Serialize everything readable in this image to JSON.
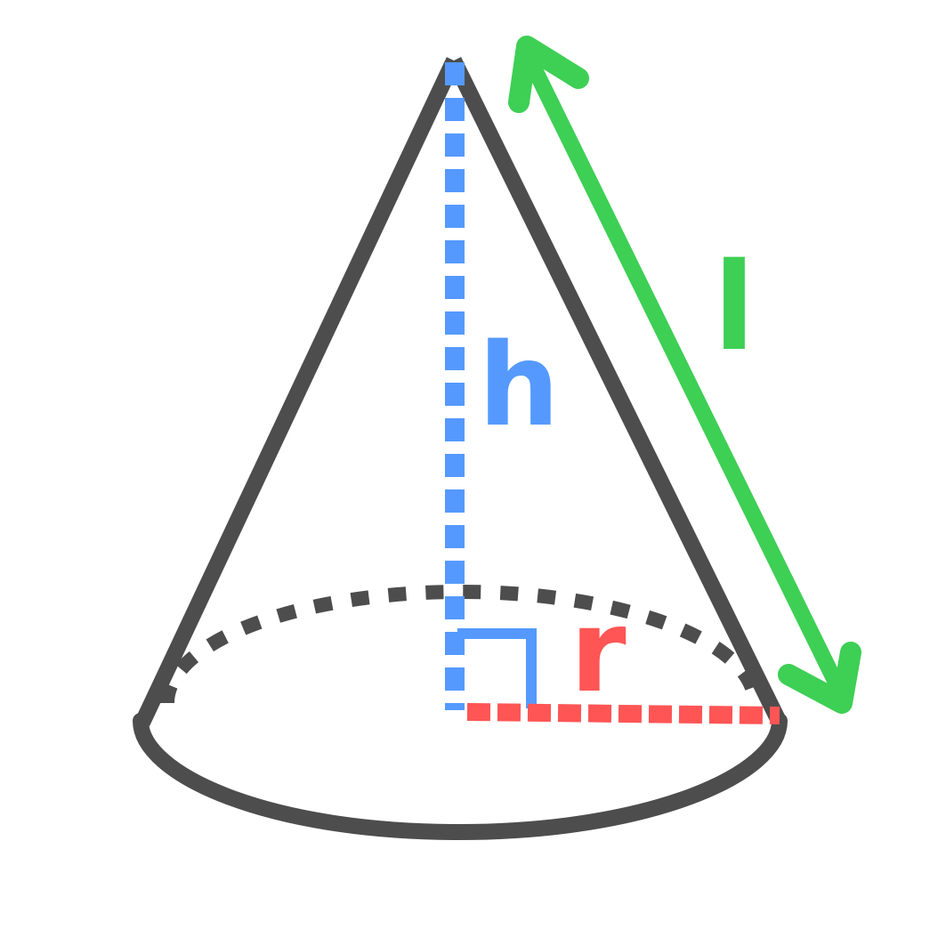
{
  "labels": {
    "height": "h",
    "radius": "r",
    "slant_height": "l"
  },
  "colors": {
    "outline": "#4d4d4d",
    "height": "#5599ff",
    "radius": "#ff5555",
    "slant_height": "#3ecf55",
    "background": "#ffffff"
  }
}
